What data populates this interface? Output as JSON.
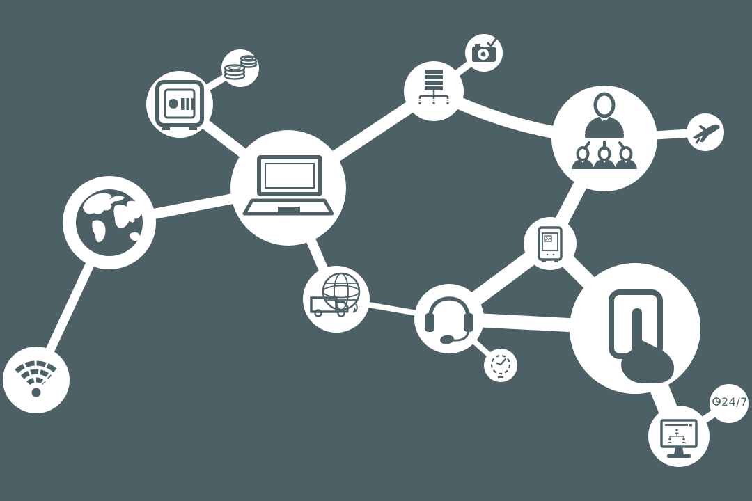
{
  "colors": {
    "background": "#4d6066",
    "node_fill": "#ffffff"
  },
  "diagram": {
    "type": "icon-network",
    "description": "White molecule-style network diagram of technology and service icons on a slate background",
    "nodes": [
      {
        "id": "wifi",
        "icon": "wifi-icon"
      },
      {
        "id": "globe",
        "icon": "globe-earth-icon"
      },
      {
        "id": "safe",
        "icon": "safe-vault-icon"
      },
      {
        "id": "coins",
        "icon": "coin-stacks-icon"
      },
      {
        "id": "laptop",
        "icon": "laptop-icon"
      },
      {
        "id": "server",
        "icon": "server-network-icon"
      },
      {
        "id": "camera",
        "icon": "camera-check-icon"
      },
      {
        "id": "team",
        "icon": "team-hierarchy-icon"
      },
      {
        "id": "plane",
        "icon": "airplane-icon"
      },
      {
        "id": "mobile",
        "icon": "mobile-device-icon"
      },
      {
        "id": "logistics",
        "icon": "globe-truck-icon"
      },
      {
        "id": "headset",
        "icon": "support-headset-icon"
      },
      {
        "id": "clock",
        "icon": "dashed-clock-icon"
      },
      {
        "id": "tablet",
        "icon": "tablet-touch-icon"
      },
      {
        "id": "monitor",
        "icon": "monitor-orgchart-icon"
      },
      {
        "id": "support247",
        "icon": "clock-icon",
        "label": "24/7"
      }
    ],
    "links": [
      [
        "coins",
        "safe"
      ],
      [
        "safe",
        "laptop"
      ],
      [
        "globe",
        "laptop"
      ],
      [
        "wifi",
        "globe"
      ],
      [
        "laptop",
        "server"
      ],
      [
        "server",
        "camera"
      ],
      [
        "server",
        "team"
      ],
      [
        "team",
        "plane"
      ],
      [
        "team",
        "mobile"
      ],
      [
        "laptop",
        "logistics"
      ],
      [
        "logistics",
        "headset"
      ],
      [
        "headset",
        "mobile"
      ],
      [
        "mobile",
        "tablet"
      ],
      [
        "headset",
        "tablet"
      ],
      [
        "headset",
        "clock"
      ],
      [
        "tablet",
        "monitor"
      ],
      [
        "monitor",
        "support247"
      ]
    ]
  },
  "support_badge": {
    "label": "24/7"
  }
}
